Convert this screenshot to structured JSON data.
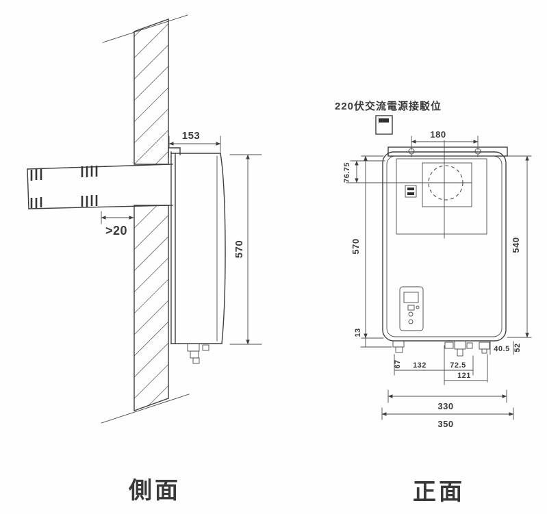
{
  "colors": {
    "ink": "#3d3d3d",
    "background": "#ffffff"
  },
  "side_view": {
    "label": "側面",
    "dimensions": {
      "unit_depth": "153",
      "min_clearance": ">20",
      "unit_height": "570"
    }
  },
  "front_view": {
    "label": "正面",
    "power_note": "220伏交流電源接駁位",
    "dimensions": {
      "mount_hole_spacing": "180",
      "flue_center_from_top": "76.75",
      "overall_height": "570",
      "bottom_offset": "13",
      "body_height": "540",
      "left_offset": "67",
      "span_132": "132",
      "span_72_5": "72.5",
      "span_121": "121",
      "span_40_5": "40.5",
      "right_offset": "52",
      "width_330": "330",
      "width_350": "350"
    }
  }
}
